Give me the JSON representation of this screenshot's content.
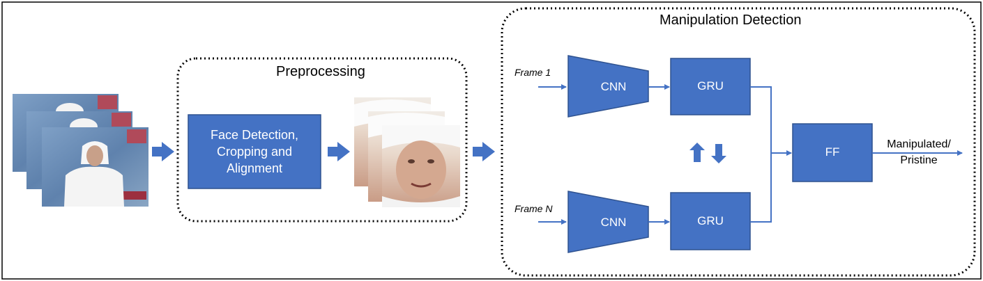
{
  "colors": {
    "block_fill": "#4472c4",
    "block_stroke": "#2f528f",
    "arrow": "#4472c4",
    "border": "#000000",
    "video_bg": "#6f90b6",
    "video_header": "#b04a5a"
  },
  "preprocessing": {
    "title": "Preprocessing",
    "block_label": "Face Detection, Cropping and Alignment"
  },
  "manipulation_detection": {
    "title": "Manipulation Detection",
    "frame_first_label": "Frame 1",
    "frame_last_label": "Frame N",
    "cnn_label": "CNN",
    "gru_label": "GRU",
    "ff_label": "FF",
    "output_line1": "Manipulated/",
    "output_line2": "Pristine"
  },
  "icons": {
    "input_frames": "video-frames-stack-icon",
    "cropped_faces": "cropped-faces-stack-icon",
    "recurrence": "up-down-arrows-icon"
  }
}
